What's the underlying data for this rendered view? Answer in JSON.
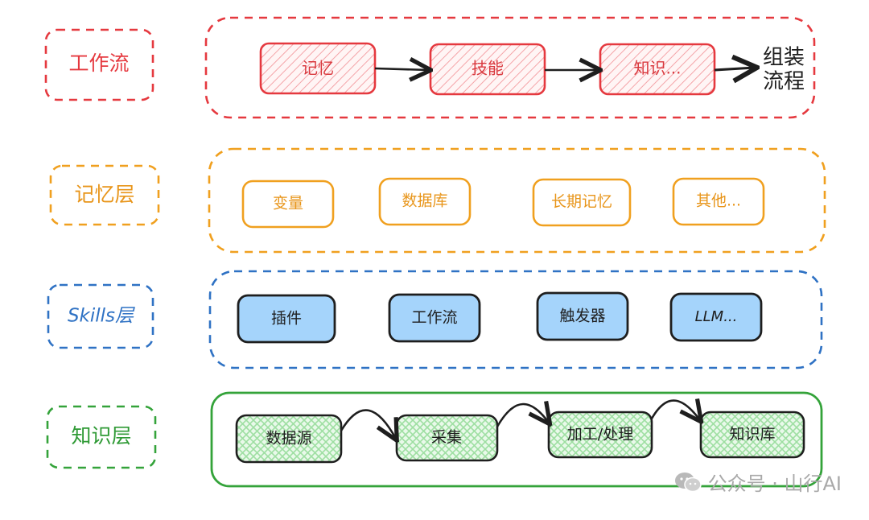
{
  "layers": {
    "workflow": {
      "label": "工作流",
      "color": "#e5393f",
      "fill": "#f7b8bb",
      "items": [
        "记忆",
        "技能",
        "知识..."
      ],
      "result_line1": "组装",
      "result_line2": "流程"
    },
    "memory": {
      "label": "记忆层",
      "color": "#f0a01f",
      "items": [
        "变量",
        "数据库",
        "长期记忆",
        "其他..."
      ]
    },
    "skills": {
      "label": "Skills层",
      "color": "#2f72c4",
      "fill": "#a5d4fb",
      "items": [
        "插件",
        "工作流",
        "触发器",
        "LLM..."
      ]
    },
    "knowledge": {
      "label": "知识层",
      "color": "#34a33a",
      "fill": "#bfe9c1",
      "items": [
        "数据源",
        "采集",
        "加工/处理",
        "知识库"
      ]
    }
  },
  "watermark": {
    "text": "公众号 · 山行AI",
    "icon": "wechat-icon"
  }
}
